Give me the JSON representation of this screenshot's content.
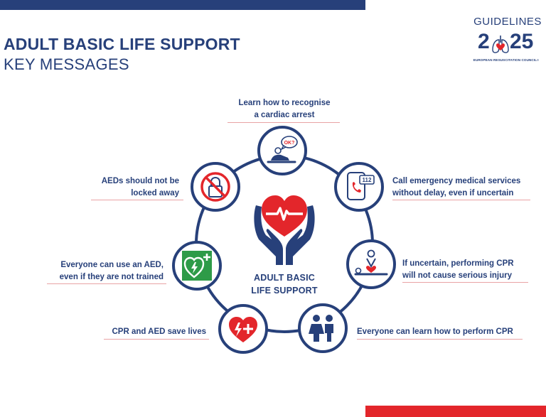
{
  "header": {
    "title": "ADULT BASIC LIFE SUPPORT",
    "subtitle": "KEY MESSAGES"
  },
  "logo": {
    "word": "GUIDELINES",
    "digits": [
      "2",
      "25"
    ],
    "org": "EUROPEAN RESUSCITATION COUNCIL",
    "mark": "©"
  },
  "colors": {
    "navy": "#27407a",
    "red": "#e3262b",
    "green": "#2e9b48",
    "underline": "#e9a3a5"
  },
  "center": {
    "lines": [
      "ADULT BASIC",
      "LIFE SUPPORT"
    ],
    "icon": "heart-in-hands-icon"
  },
  "messages": [
    {
      "id": "recognise",
      "lines": [
        "Learn how to recognise",
        "a cardiac arrest"
      ],
      "icon": "person-collapsed-icon",
      "badge": "OK?"
    },
    {
      "id": "call",
      "lines": [
        "Call emergency medical services",
        "without delay, even if uncertain"
      ],
      "icon": "phone-112-icon",
      "badge": "112"
    },
    {
      "id": "cpr-safe",
      "lines": [
        "If uncertain, performing CPR",
        "will not cause serious injury"
      ],
      "icon": "cpr-chest-icon"
    },
    {
      "id": "learn",
      "lines": [
        "Everyone can learn how to perform CPR"
      ],
      "icon": "two-people-icon"
    },
    {
      "id": "save",
      "lines": [
        "CPR and AED save lives"
      ],
      "icon": "heart-shock-icon"
    },
    {
      "id": "everyone-aed",
      "lines": [
        "Everyone can use an AED,",
        "even if they are not trained"
      ],
      "icon": "aed-sign-icon"
    },
    {
      "id": "not-locked",
      "lines": [
        "AEDs should not be",
        "locked away"
      ],
      "icon": "no-padlock-icon"
    }
  ]
}
